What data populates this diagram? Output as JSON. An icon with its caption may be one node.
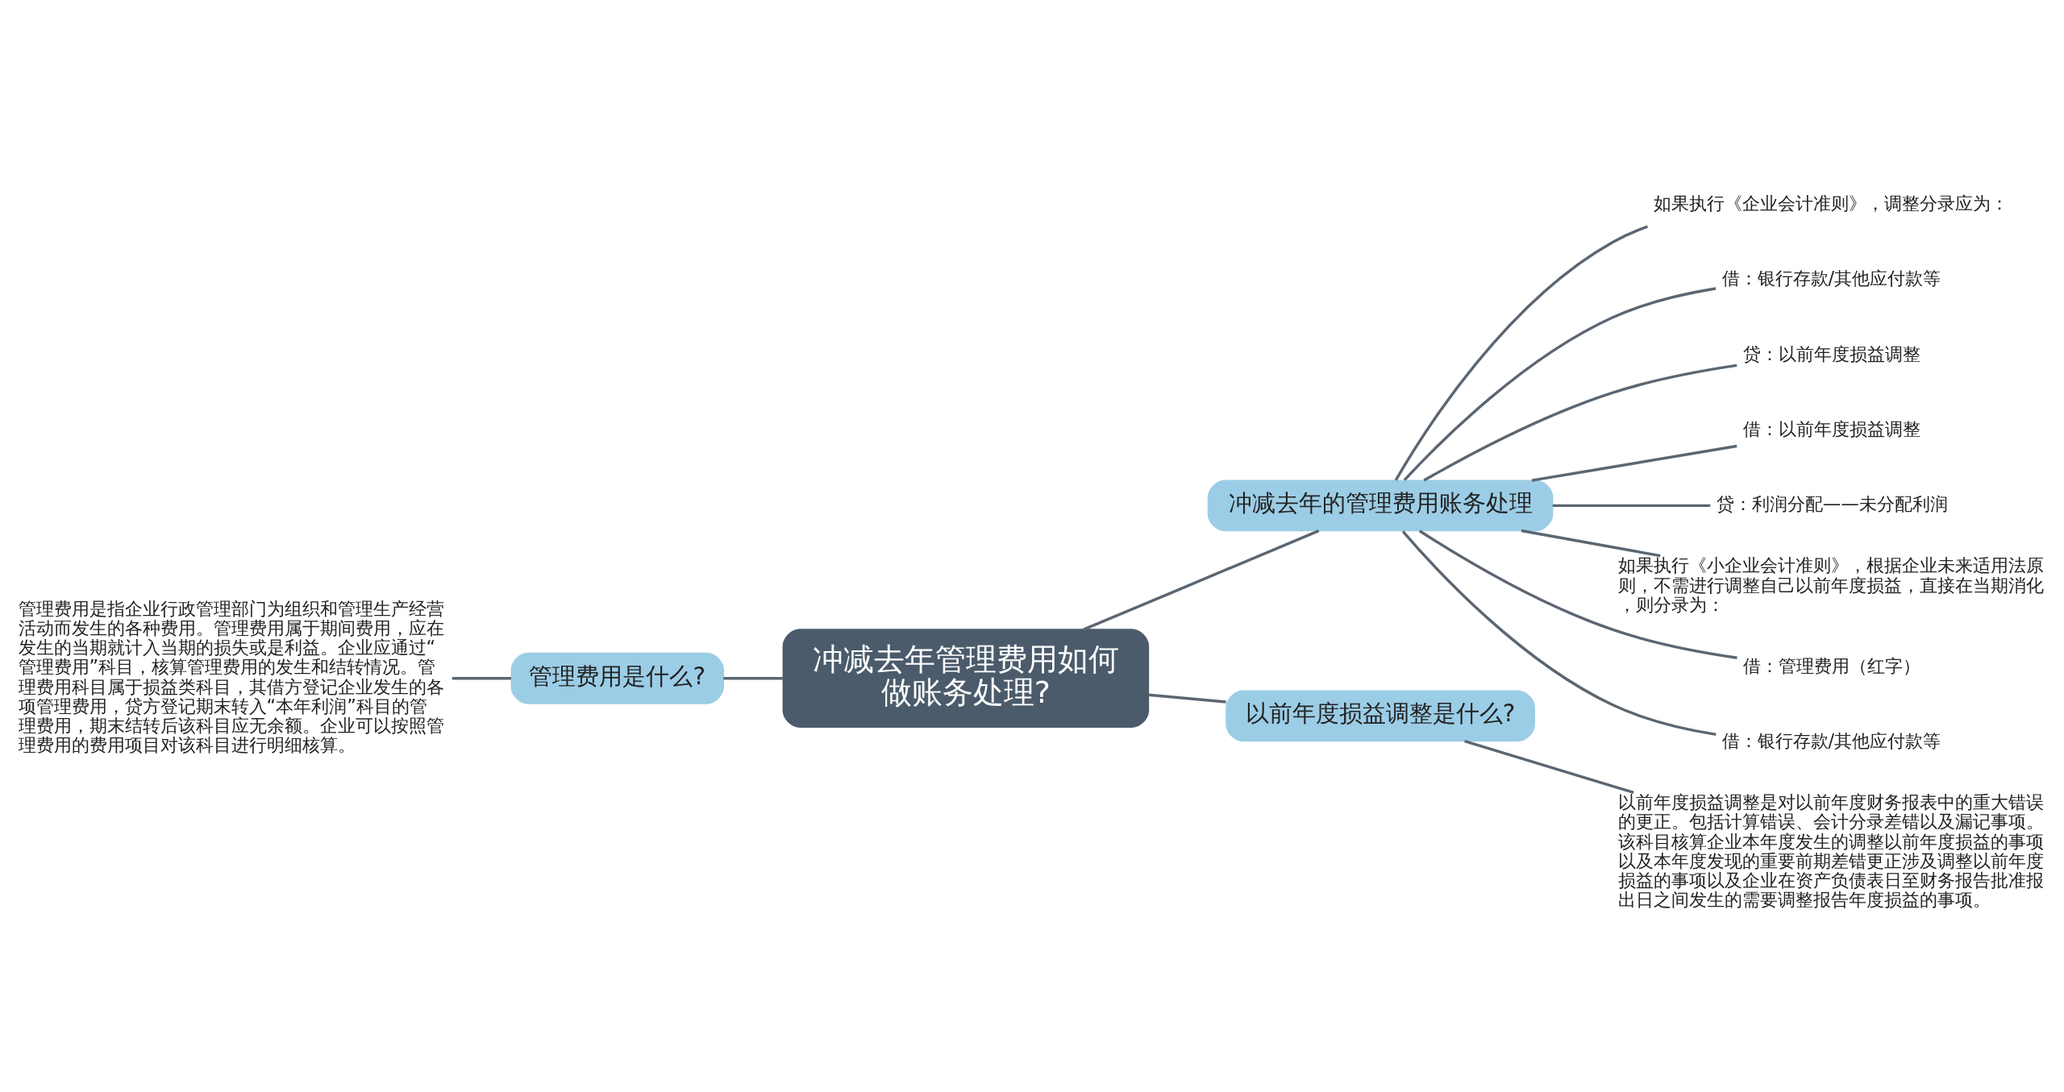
{
  "diagram": {
    "nodes": [
      {
        "text": [
          "冲减去年管理费用如何做账务处理?"
        ]
      },
      {
        "text": [
          "管理费用是什么?"
        ]
      },
      {
        "text": [
          "管理费用是指企业行政管理部门为组织和管理生产经营活动而发生的各种费用。管理费用属于期间费用，应在发生的当期就计入当期的损失或是利益。企业应通过“管理费用”科目，核算管理费用的发生和结转情况。管理费用科目属于损益类科目，其借方登记企业发生的各项管理费用，贷方登记期末转入“本年利润”科目的管理费用，期末结转后该科目应无余额。企业可以按照管理费用的费用项目对该科目进行明细核算。"
        ]
      },
      {
        "text": [
          "冲减去年的管理费用账务处理"
        ]
      },
      {
        "text": [
          "如果执行《企业会计准则》，调整分录应为："
        ]
      },
      {
        "text": [
          "借：银行存款/其他应付款等"
        ]
      },
      {
        "text": [
          "贷：以前年度损益调整"
        ]
      },
      {
        "text": [
          "借：以前年度损益调整"
        ]
      },
      {
        "text": [
          "贷：利润分配——未分配利润"
        ]
      },
      {
        "text": [
          "如果执行《小企业会计准则》，根据企业未来适用法原则，不需进行调整自己以前年度损益，直接在当期消化，则分录为："
        ]
      },
      {
        "text": [
          "借：管理费用（红字）"
        ]
      },
      {
        "text": [
          "借：银行存款/其他应付款等"
        ]
      },
      {
        "text": [
          "以前年度损益调整是什么?"
        ]
      },
      {
        "text": [
          "以前年度损益调整是对以前年度财务报表中的重大错误的更正。包括计算错误、会计分录差错以及漏记事项。该科目核算企业本年度发生的调整以前年度损益的事项以及本年度发现的重要前期差错更正涉及调整以前年度损益的事项以及企业在资产负债表日至财务报告批准报出日之间发生的需要调整报告年度损益的事项。"
        ]
      }
    ],
    "edges": [
      {
        "from": 1,
        "to": 0,
        "arrow": "none"
      },
      {
        "from": 2,
        "to": 1,
        "arrow": "none"
      },
      {
        "from": 0,
        "to": 3,
        "arrow": "none"
      },
      {
        "from": 0,
        "to": 12,
        "arrow": "none"
      },
      {
        "from": 3,
        "to": 4,
        "arrow": "none"
      },
      {
        "from": 3,
        "to": 5,
        "arrow": "none"
      },
      {
        "from": 3,
        "to": 6,
        "arrow": "none"
      },
      {
        "from": 3,
        "to": 7,
        "arrow": "none"
      },
      {
        "from": 3,
        "to": 8,
        "arrow": "none"
      },
      {
        "from": 3,
        "to": 9,
        "arrow": "none"
      },
      {
        "from": 3,
        "to": 10,
        "arrow": "none"
      },
      {
        "from": 3,
        "to": 11,
        "arrow": "none"
      },
      {
        "from": 12,
        "to": 13,
        "arrow": "none"
      }
    ]
  }
}
